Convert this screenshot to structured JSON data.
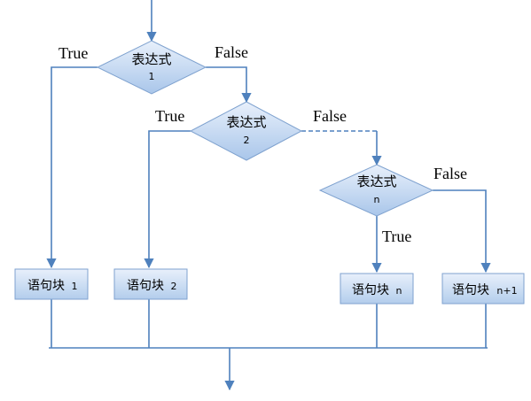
{
  "diagram": {
    "decisions": [
      {
        "label": "表达式",
        "sub": "1",
        "true_label": "True",
        "false_label": "False"
      },
      {
        "label": "表达式",
        "sub": "2",
        "true_label": "True",
        "false_label": "False"
      },
      {
        "label": "表达式",
        "sub": "n",
        "true_label": "True",
        "false_label": "False"
      }
    ],
    "blocks": [
      {
        "label": "语句块",
        "sub": "1"
      },
      {
        "label": "语句块",
        "sub": "2"
      },
      {
        "label": "语句块",
        "sub": "n"
      },
      {
        "label": "语句块",
        "sub": "n+1"
      }
    ],
    "colors": {
      "line": "#4f81bd",
      "fill_light": "#dce9f7",
      "fill_dark": "#a9c6ea",
      "stroke": "#7fa2cf"
    }
  }
}
